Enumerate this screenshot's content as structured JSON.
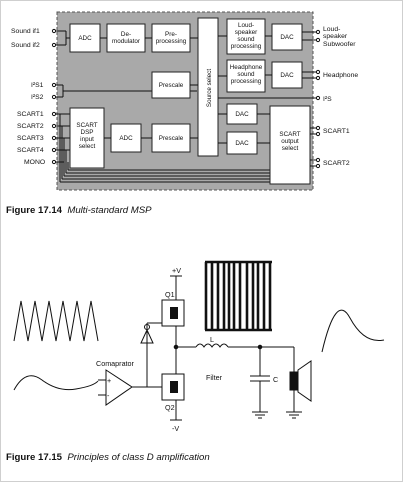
{
  "figure1": {
    "inputs": [
      "Sound if1",
      "Sound if2",
      "I²S1",
      "I²S2",
      "SCART1",
      "SCART2",
      "SCART3",
      "SCART4",
      "MONO"
    ],
    "blocks": {
      "adc_top": "ADC",
      "demod": [
        "De-",
        "modulator"
      ],
      "preproc": [
        "Pre-",
        "processing"
      ],
      "prescale_mid": "Prescale",
      "source_select": "Source select",
      "loudspeaker_proc": [
        "Loud-",
        "speaker",
        "sound",
        "processing"
      ],
      "headphone_proc": [
        "Headphone",
        "sound",
        "processing"
      ],
      "dac1": "DAC",
      "dac2": "DAC",
      "dac3": "DAC",
      "dac4": "DAC",
      "scart_dsp": [
        "SCART",
        "DSP",
        "input",
        "select"
      ],
      "adc_bottom": "ADC",
      "prescale_bottom": "Prescale",
      "scart_output": [
        "SCART",
        "output",
        "select"
      ]
    },
    "outputs": {
      "loudspeaker": [
        "Loud-",
        "speaker"
      ],
      "subwoofer": "Subwoofer",
      "headphone": "Headphone",
      "i2s": "I²S",
      "scart1": "SCART1",
      "scart2": "SCART2"
    },
    "caption_number": "Figure 17.14",
    "caption_text": "Multi-standard MSP"
  },
  "figure2": {
    "labels": {
      "plus_v": "+V",
      "minus_v": "-V",
      "q1": "Q1",
      "q2": "Q2",
      "comparator": "Comaprator",
      "filter": "Filter",
      "inductor": "L",
      "capacitor": "C",
      "plus_sign": "+",
      "minus_sign": "-"
    },
    "caption_number": "Figure 17.15",
    "caption_text": "Principles of class D amplification"
  }
}
